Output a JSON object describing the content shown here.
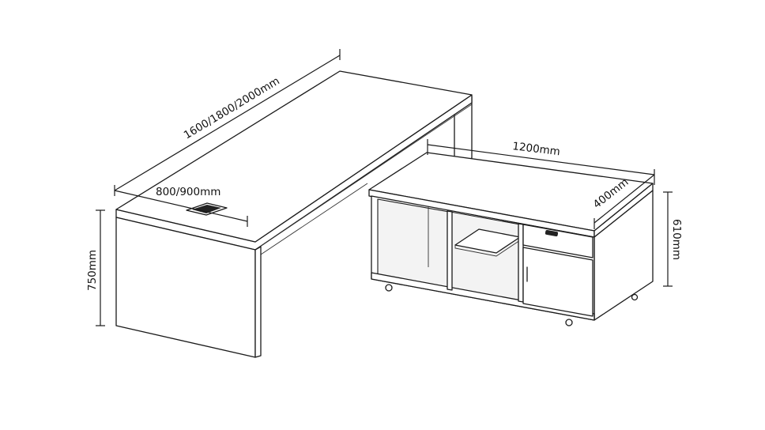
{
  "dimensions": {
    "desk_length": "1600/1800/2000mm",
    "desk_depth": "800/900mm",
    "desk_height": "750mm",
    "cabinet_length": "1200mm",
    "cabinet_depth": "400mm",
    "cabinet_height": "610mm"
  }
}
